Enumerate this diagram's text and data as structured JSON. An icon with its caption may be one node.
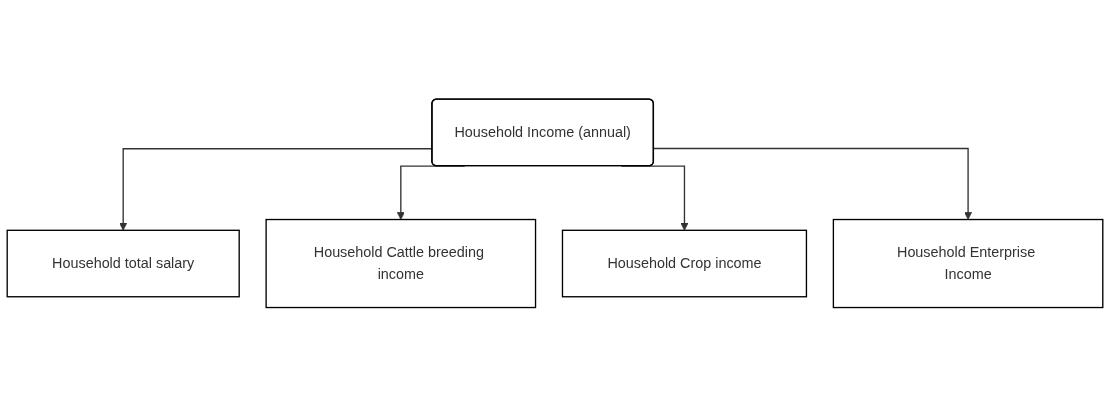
{
  "diagram": {
    "nodes": [
      {
        "text": [
          "Household Income (annual)"
        ]
      },
      {
        "text": [
          "Household total salary"
        ]
      },
      {
        "text": [
          "Household Cattle breeding income"
        ]
      },
      {
        "text": [
          "Household Crop income"
        ]
      },
      {
        "text": [
          "Household Enterprise Income"
        ]
      }
    ],
    "edges": [
      {
        "from": 0,
        "to": 1,
        "arrow": "to"
      },
      {
        "from": 0,
        "to": 2,
        "arrow": "to"
      },
      {
        "from": 0,
        "to": 3,
        "arrow": "to"
      },
      {
        "from": 0,
        "to": 4,
        "arrow": "to"
      }
    ]
  }
}
